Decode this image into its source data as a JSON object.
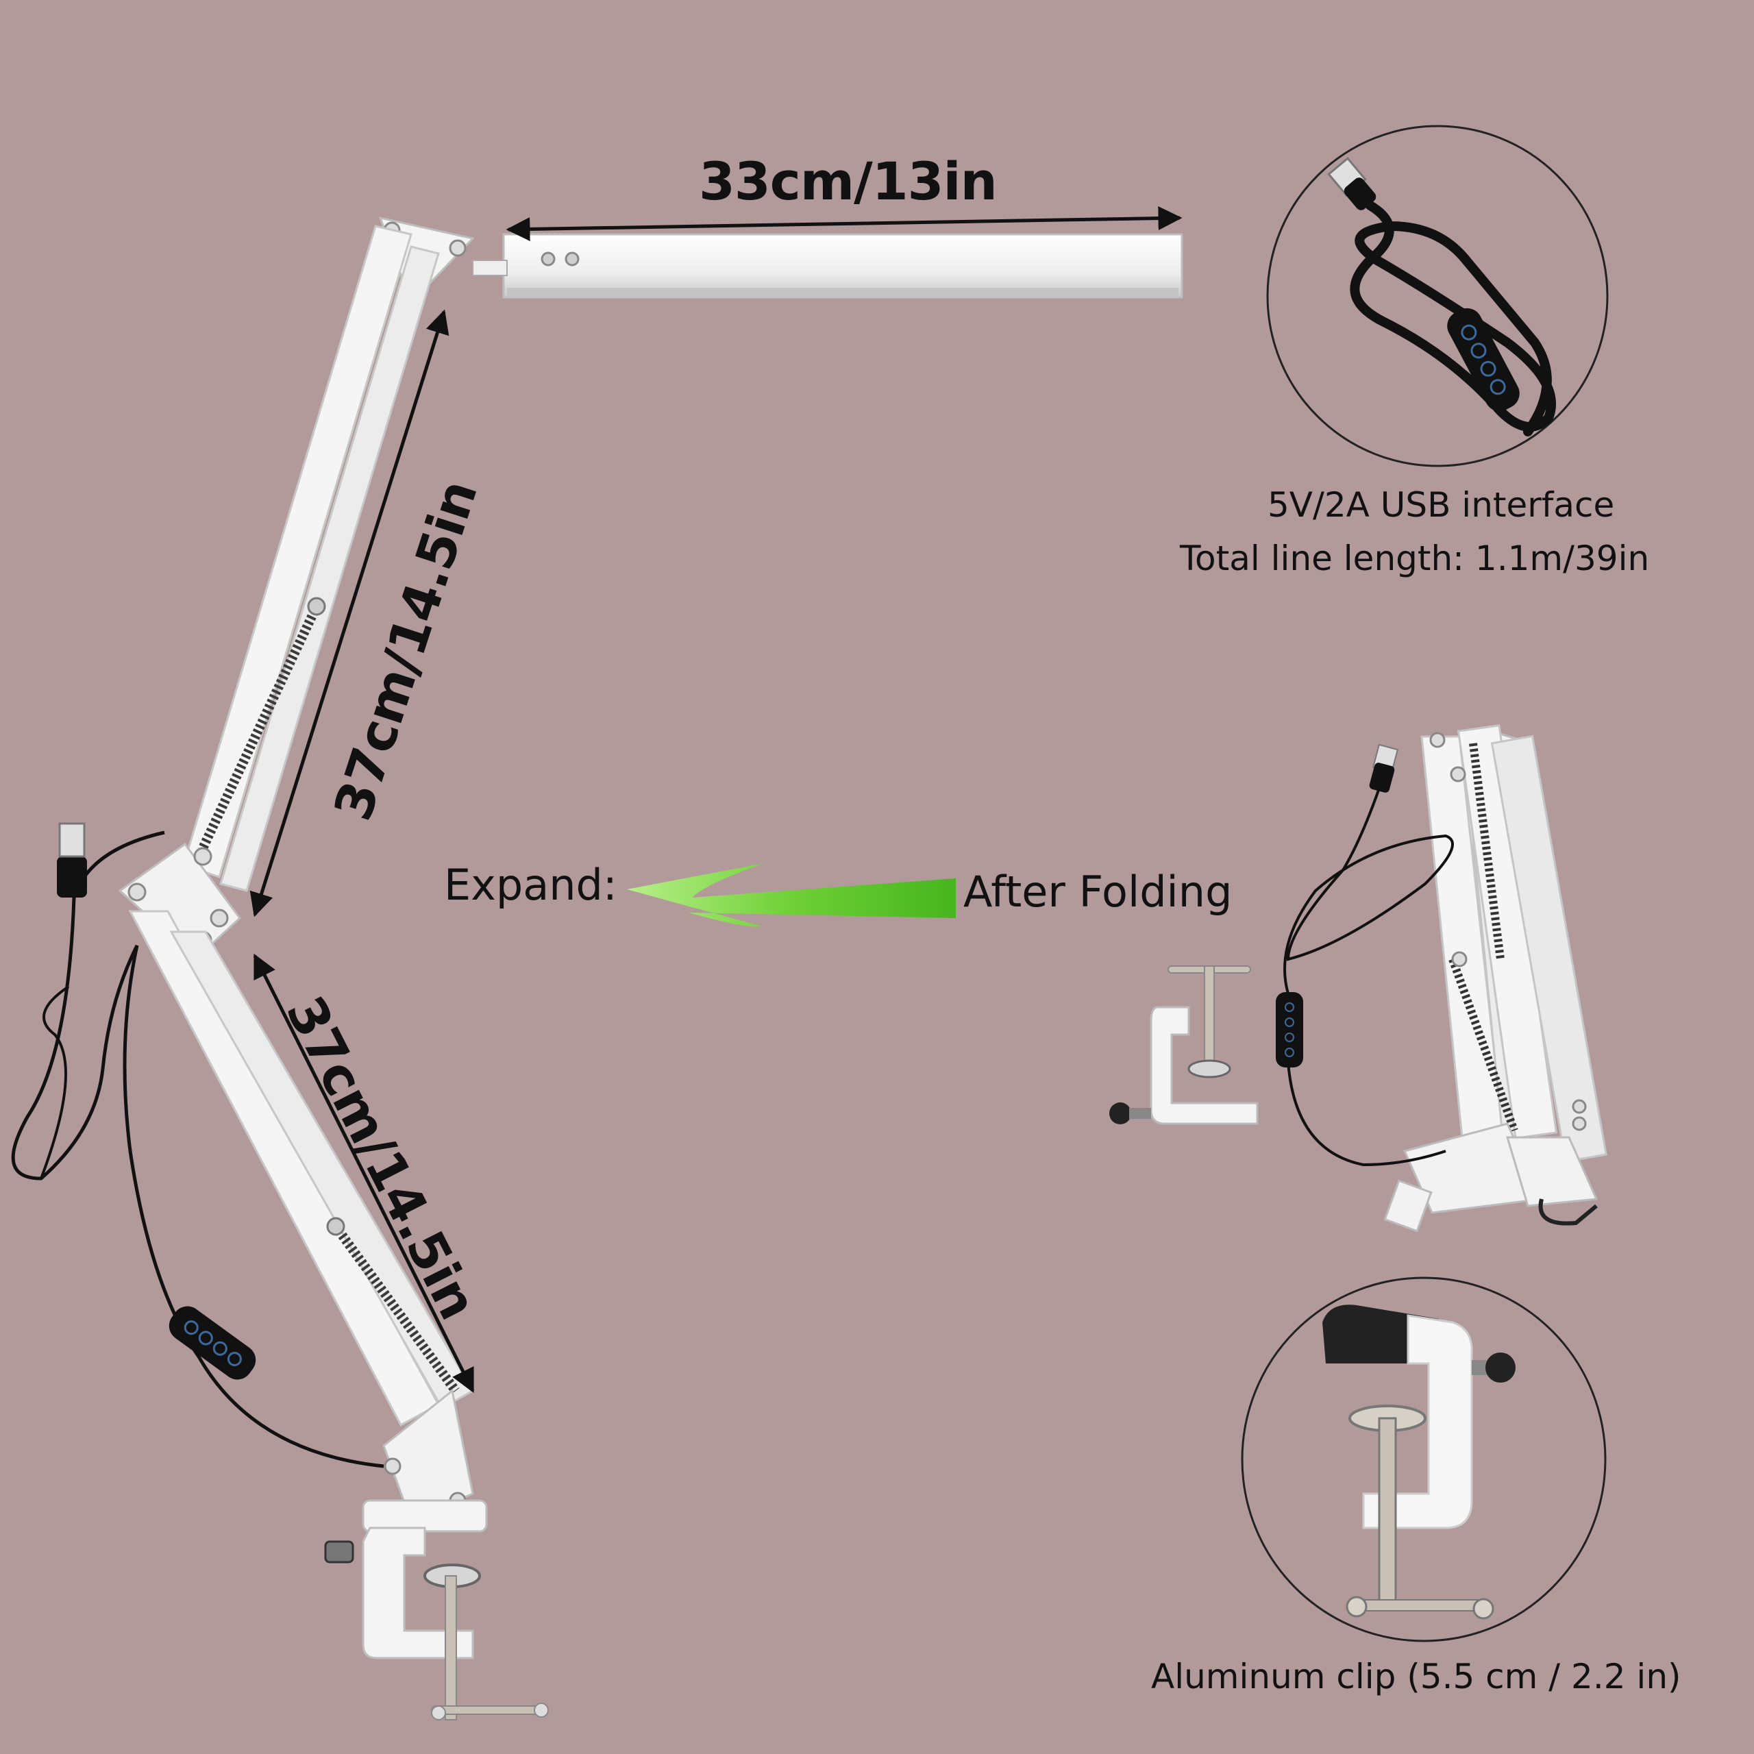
{
  "dimensions": {
    "head_length": "33cm/13in",
    "upper_arm": "37cm/14.5in",
    "lower_arm": "37cm/14.5in"
  },
  "usb_info": {
    "line1": "5V/2A USB interface",
    "line2": "Total line length: 1.1m/39in"
  },
  "fold": {
    "expand_label": "Expand:",
    "after_label": "After Folding"
  },
  "clip_caption": "Aluminum clip (5.5 cm / 2.2 in)",
  "icons": [
    "usb-cable-icon",
    "usb-plug-icon",
    "inline-switch-icon",
    "green-arrow-icon",
    "clamp-icon"
  ],
  "colors": {
    "background": "#b29a9b",
    "arrow": "#6fca3a",
    "lamp": "#f2f2f2"
  }
}
